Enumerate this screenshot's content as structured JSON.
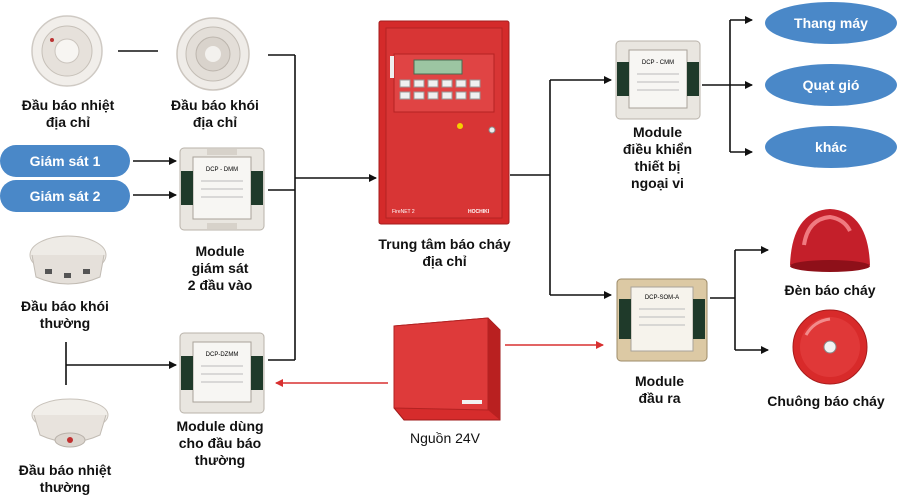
{
  "colors": {
    "panel_red": "#d42a2a",
    "pill_blue": "#4a88c8",
    "wire_black": "#111111",
    "wire_red": "#d83030"
  },
  "labels": {
    "heat_addr": "Đầu báo nhiệt\nđịa chỉ",
    "smoke_addr": "Đầu báo khói\nđịa chỉ",
    "monitor_module": "Module\ngiám sát\n2 đầu vào",
    "smoke_conv": "Đầu báo khói\nthường",
    "heat_conv": "Đầu báo nhiệt\nthường",
    "conv_module": "Module dùng\ncho đầu báo\nthường",
    "panel": "Trung tâm báo cháy\nđịa chỉ",
    "power": "Nguồn 24V",
    "control_module": "Module\nđiều khiển\nthiết bị\nngoại vi",
    "output_module": "Module\nđầu ra",
    "strobe": "Đèn báo cháy",
    "bell": "Chuông báo cháy"
  },
  "pills": {
    "monitor1": "Giám sát 1",
    "monitor2": "Giám sát 2",
    "elevator": "Thang máy",
    "fan": "Quạt gió",
    "other": "khác"
  },
  "module_text": {
    "monitor": "DCP - DMM",
    "conv": "DCP-DZMM",
    "control": "DCP - CMM",
    "output": "DCP-SOM-A"
  },
  "panel_text": {
    "model": "FireNET 2",
    "brand": "HOCHIKI"
  }
}
